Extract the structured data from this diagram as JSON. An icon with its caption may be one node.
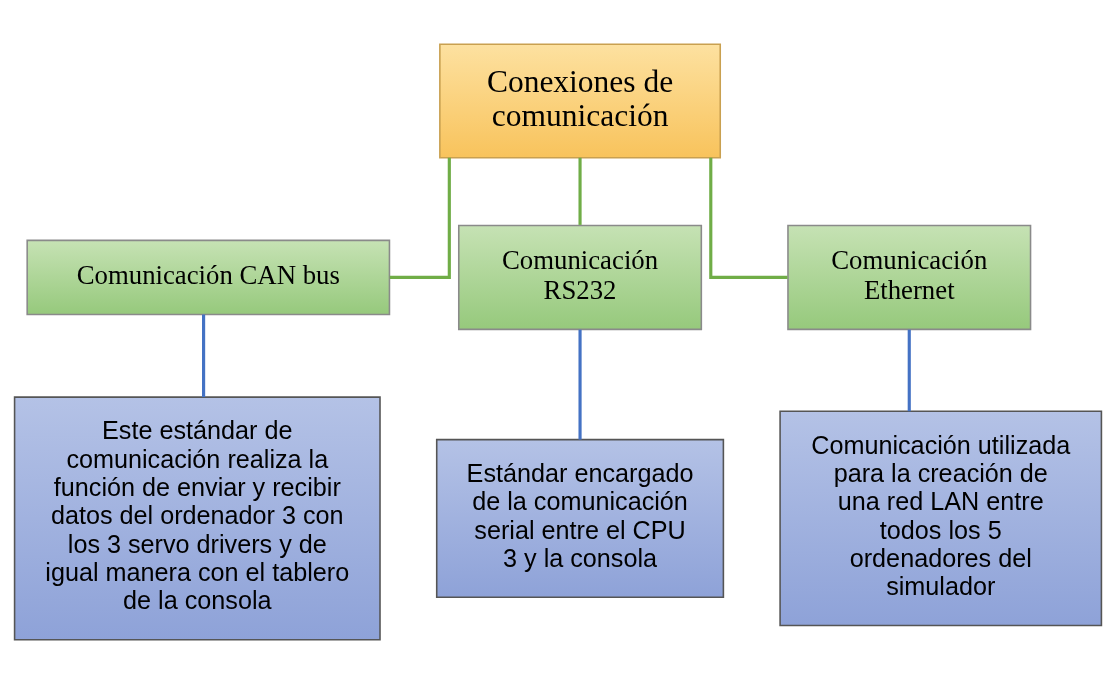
{
  "diagram": {
    "nodes": [
      {
        "text": [
          "Conexiones de comunicación"
        ]
      },
      {
        "text": [
          "Comunicación CAN bus"
        ]
      },
      {
        "text": [
          "Comunicación RS232"
        ]
      },
      {
        "text": [
          "Comunicación Ethernet"
        ]
      },
      {
        "text": [
          "Este estándar de comunicación realiza la función de enviar y recibir datos del ordenador 3 con los 3 servo drivers y de igual manera con el tablero de la consola"
        ]
      },
      {
        "text": [
          "Estándar encargado de la comunicación serial entre el CPU 3 y la consola"
        ]
      },
      {
        "text": [
          "Comunicación utilizada para la creación de una red LAN entre todos los 5 ordenadores del simulador"
        ]
      }
    ],
    "edges": [
      {
        "from": 0,
        "to": 1,
        "arrow": "none",
        "color": "#70ad47"
      },
      {
        "from": 0,
        "to": 2,
        "arrow": "none",
        "color": "#70ad47"
      },
      {
        "from": 0,
        "to": 3,
        "arrow": "none",
        "color": "#70ad47"
      },
      {
        "from": 1,
        "to": 4,
        "arrow": "none",
        "color": "#4472c4"
      },
      {
        "from": 2,
        "to": 5,
        "arrow": "none",
        "color": "#4472c4"
      },
      {
        "from": 3,
        "to": 6,
        "arrow": "none",
        "color": "#4472c4"
      }
    ]
  }
}
